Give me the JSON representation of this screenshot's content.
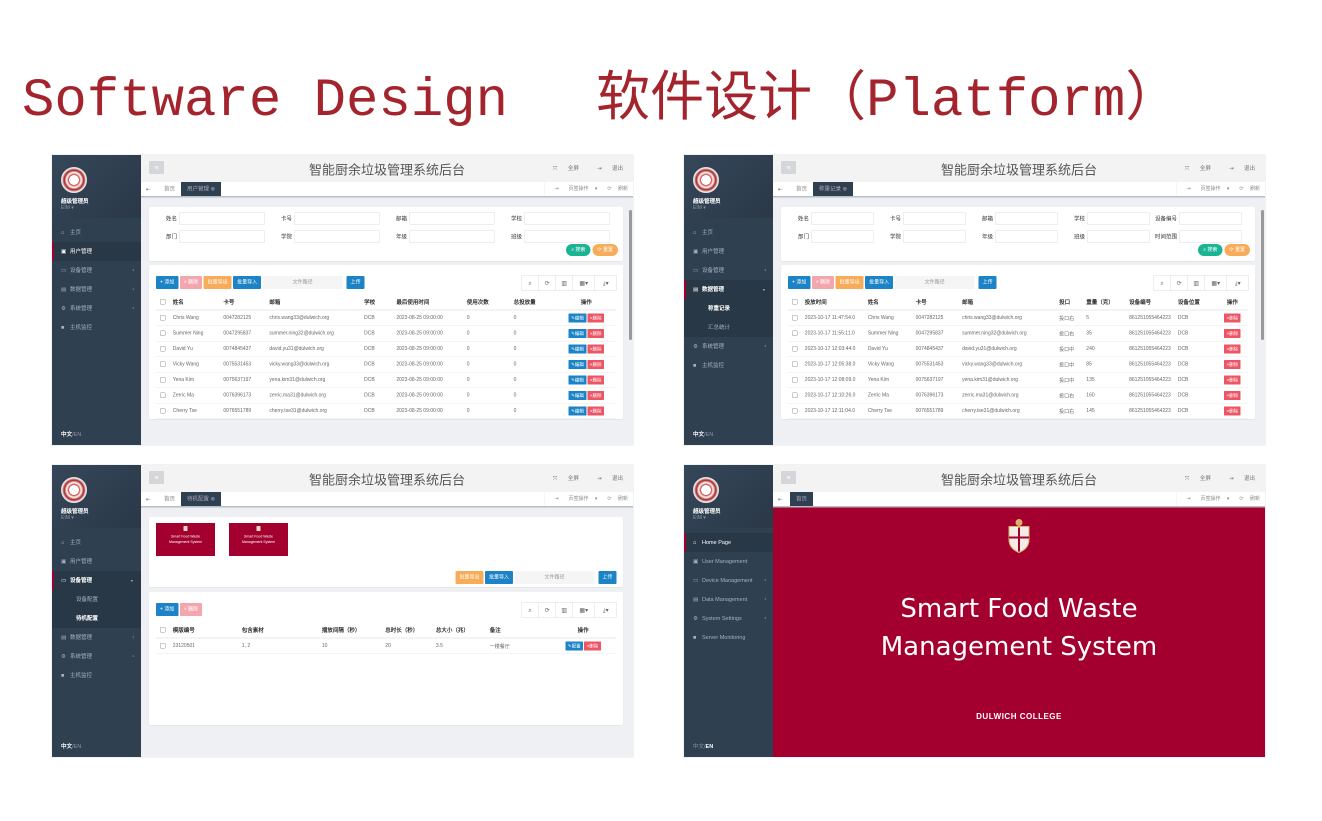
{
  "slide_title": {
    "en": "Software Design",
    "zh": "软件设计（Platform）"
  },
  "app": {
    "title": "智能厨余垃圾管理系统后台",
    "fullscreen": "全屏",
    "logout": "退出",
    "tab_ops": "页签操作",
    "refresh": "刷新",
    "home_tab": "首页",
    "user_role": "超级管理员",
    "user_name": "EIM",
    "lang_zh": "中文",
    "lang_en": "EN",
    "search": "搜索",
    "reset": "重置",
    "add": "添加",
    "delete": "删除",
    "export": "批量导出",
    "import": "批量导入",
    "file_path": "文件路径",
    "upload": "上传",
    "edit": "编辑",
    "configure": "配置"
  },
  "colors": {
    "brand": "#a4002f",
    "sidebar": "#2f4050",
    "primary": "#1c84c6",
    "danger": "#ed5565",
    "warning": "#f8ac59",
    "success": "#1ab394"
  },
  "panels": [
    {
      "active_tab": "用户管理",
      "menu": [
        {
          "label": "主页",
          "icon": "home-icon"
        },
        {
          "label": "用户管理",
          "icon": "user-card-icon",
          "active": true
        },
        {
          "label": "设备管理",
          "icon": "monitor-icon",
          "arrow": true
        },
        {
          "label": "数据管理",
          "icon": "database-icon",
          "arrow": true
        },
        {
          "label": "系统管理",
          "icon": "gear-icon",
          "arrow": true
        },
        {
          "label": "主机监控",
          "icon": "camera-icon"
        }
      ],
      "search_rows": [
        [
          "姓名",
          "卡号",
          "邮箱",
          "学校"
        ],
        [
          "部门",
          "学院",
          "年级",
          "班级"
        ]
      ],
      "columns": [
        "姓名",
        "卡号",
        "邮箱",
        "学校",
        "最后使用时间",
        "使用次数",
        "总投放量",
        "操作"
      ],
      "col_widths": [
        3,
        11,
        10,
        20.6,
        7,
        15.3,
        10.2,
        10,
        12.9
      ],
      "rows": [
        [
          "Chris Wang",
          "0047282125",
          "chris.wang33@dulwich.org",
          "DCB",
          "2023-08-25 09:00:00",
          "0",
          "0"
        ],
        [
          "Summer Ning",
          "0047295837",
          "summer.ning32@dulwich.org",
          "DCB",
          "2023-08-25 09:00:00",
          "0",
          "0"
        ],
        [
          "David Yu",
          "0074845437",
          "david.yu31@dulwich.org",
          "DCB",
          "2023-08-25 09:00:00",
          "0",
          "0"
        ],
        [
          "Vicky Wang",
          "0075531453",
          "vicky.wang33@dulwich.org",
          "DCB",
          "2023-08-25 09:00:00",
          "0",
          "0"
        ],
        [
          "Yena Kim",
          "0075637197",
          "yena.kim31@dulwich.org",
          "DCB",
          "2023-08-25 09:00:00",
          "0",
          "0"
        ],
        [
          "Zerric Ma",
          "0076396173",
          "zerric.ma31@dulwich.org",
          "DCB",
          "2023-08-25 09:00:00",
          "0",
          "0"
        ],
        [
          "Cherry Tse",
          "0076551789",
          "cherry.tse31@dulwich.org",
          "DCB",
          "2023-08-25 09:00:00",
          "0",
          "0"
        ]
      ],
      "row_actions": [
        "edit",
        "delete"
      ]
    },
    {
      "active_tab": "称重记录",
      "menu": [
        {
          "label": "主页",
          "icon": "home-icon"
        },
        {
          "label": "用户管理",
          "icon": "user-card-icon"
        },
        {
          "label": "设备管理",
          "icon": "monitor-icon",
          "arrow": true
        },
        {
          "label": "数据管理",
          "icon": "database-icon",
          "open": true,
          "children": [
            {
              "label": "称重记录",
              "active": true
            },
            {
              "label": "汇总统计"
            }
          ]
        },
        {
          "label": "系统管理",
          "icon": "gear-icon",
          "arrow": true
        },
        {
          "label": "主机监控",
          "icon": "camera-icon"
        }
      ],
      "search_rows": [
        [
          "姓名",
          "卡号",
          "邮箱",
          "学校",
          "设备编号"
        ],
        [
          "部门",
          "学院",
          "年级",
          "班级",
          "时间范围"
        ]
      ],
      "columns": [
        "投放时间",
        "姓名",
        "卡号",
        "邮箱",
        "投口",
        "重量（克）",
        "设备编号",
        "设备位置",
        "操作"
      ],
      "col_widths": [
        3,
        13.7,
        10.4,
        10.1,
        21.1,
        5.9,
        9.3,
        10.6,
        9.1,
        6.8
      ],
      "rows": [
        [
          "2023-10-17 11:47:54.0",
          "Chris Wang",
          "0047282125",
          "chris.wang33@dulwich.org",
          "投口右",
          "5",
          "861251055464223",
          "DCB"
        ],
        [
          "2023-10-17 11:55:11.0",
          "Summer Ning",
          "0047295837",
          "summer.ning32@dulwich.org",
          "投口右",
          "35",
          "861251055464223",
          "DCB"
        ],
        [
          "2023-10-17 12:03:44.0",
          "David Yu",
          "0074845437",
          "david.yu31@dulwich.org",
          "投口中",
          "240",
          "861251055464223",
          "DCB"
        ],
        [
          "2023-10-17 12:05:38.0",
          "Vicky Wang",
          "0075531453",
          "vicky.wang33@dulwich.org",
          "投口中",
          "85",
          "861251055464223",
          "DCB"
        ],
        [
          "2023-10-17 12:08:09.0",
          "Yena Kim",
          "0075637197",
          "yena.kim31@dulwich.org",
          "投口中",
          "135",
          "861251055464223",
          "DCB"
        ],
        [
          "2023-10-17 12:10:26.0",
          "Zerric Ma",
          "0076396173",
          "zerric.ma31@dulwich.org",
          "投口右",
          "160",
          "861251055464223",
          "DCB"
        ],
        [
          "2023-10-17 12:11:04.0",
          "Cherry Tse",
          "0076551789",
          "cherry.tse31@dulwich.org",
          "投口右",
          "145",
          "861251055464223",
          "DCB"
        ]
      ],
      "row_actions": [
        "delete"
      ]
    },
    {
      "active_tab": "待机配置",
      "menu": [
        {
          "label": "主页",
          "icon": "home-icon"
        },
        {
          "label": "用户管理",
          "icon": "user-card-icon"
        },
        {
          "label": "设备管理",
          "icon": "monitor-icon",
          "open": true,
          "children": [
            {
              "label": "设备配置"
            },
            {
              "label": "待机配置",
              "active": true
            }
          ]
        },
        {
          "label": "数据管理",
          "icon": "database-icon",
          "arrow": true
        },
        {
          "label": "系统管理",
          "icon": "gear-icon",
          "arrow": true
        },
        {
          "label": "主机监控",
          "icon": "camera-icon"
        }
      ],
      "thumbnails": [
        {
          "line1": "Smart Food Waste",
          "line2": "Management System"
        },
        {
          "line1": "Smart Food Waste",
          "line2": "Management System"
        }
      ],
      "columns": [
        "模版编号",
        "包含素材",
        "播放间隔（秒）",
        "总时长（秒）",
        "总大小（兆）",
        "备注",
        "操作"
      ],
      "col_widths": [
        3,
        15,
        17.4,
        13.8,
        11,
        11.7,
        13.8,
        14.3
      ],
      "rows": [
        [
          "23120501",
          "1, 2",
          "10",
          "20",
          "3.5",
          "一楼餐厅"
        ]
      ],
      "row_actions": [
        "configure",
        "delete"
      ]
    },
    {
      "english_menu": true,
      "menu": [
        {
          "label": "Home Page",
          "icon": "home-icon",
          "active": true
        },
        {
          "label": "User Management",
          "icon": "user-card-icon"
        },
        {
          "label": "Device Management",
          "icon": "monitor-icon",
          "arrow": true
        },
        {
          "label": "Data Management",
          "icon": "database-icon",
          "arrow": true
        },
        {
          "label": "System Settings",
          "icon": "gear-icon",
          "arrow": true
        },
        {
          "label": "Server Monitoring",
          "icon": "camera-icon"
        }
      ],
      "banner": {
        "line1": "Smart Food Waste",
        "line2": "Management System",
        "school": "DULWICH COLLEGE"
      }
    }
  ]
}
